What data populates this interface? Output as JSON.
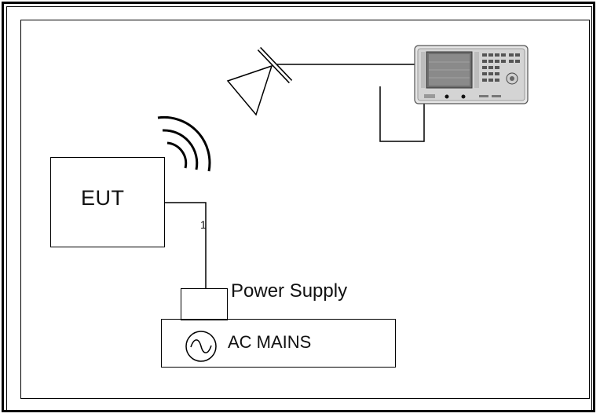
{
  "diagram": {
    "eut_label": "EUT",
    "power_supply_label": "Power Supply",
    "ac_mains_label": "AC MAINS",
    "cable_number": "1"
  },
  "icons": [
    "antenna-icon",
    "spectrum-analyzer-icon",
    "radio-waves-icon",
    "ac-source-icon"
  ],
  "colors": {
    "line": "#000000",
    "instrument_body": "#d9d9d9",
    "instrument_screen": "#6f6f6f"
  }
}
